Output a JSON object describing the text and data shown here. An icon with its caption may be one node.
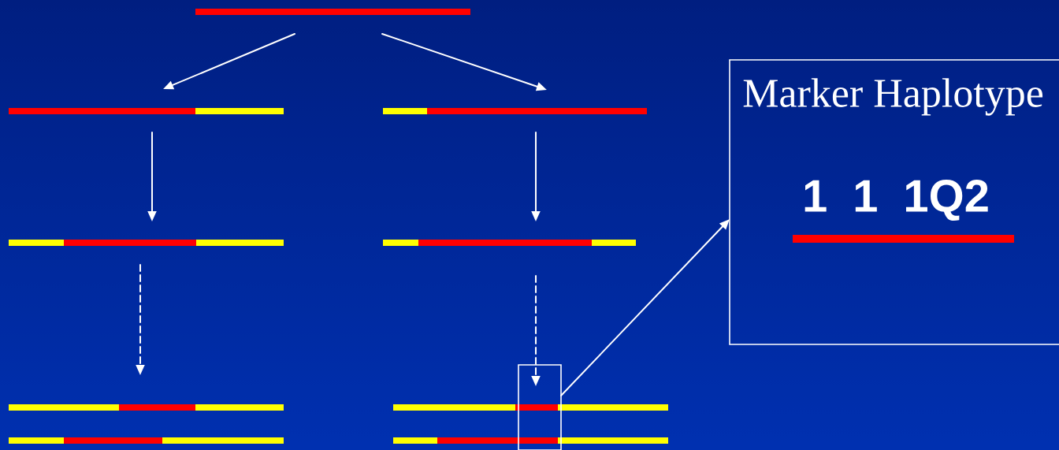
{
  "diagram": {
    "nodes": [
      {
        "text": [],
        "shape": "bar"
      },
      {
        "text": [],
        "shape": "bar"
      },
      {
        "text": [],
        "shape": "bar"
      },
      {
        "text": [],
        "shape": "bar"
      },
      {
        "text": [],
        "shape": "bar"
      },
      {
        "text": [],
        "shape": "bar"
      },
      {
        "text": [],
        "shape": "bar"
      },
      {
        "text": [],
        "shape": "bar"
      },
      {
        "text": [],
        "shape": "bar"
      },
      {
        "text": [],
        "shape": "box"
      },
      {
        "text": [
          "Marker Haplotype",
          "1 1 1Q2"
        ]
      }
    ],
    "edges": [
      {
        "from": 0,
        "to": 1,
        "arrow": "to"
      },
      {
        "from": 0,
        "to": 2,
        "arrow": "to"
      },
      {
        "from": 1,
        "to": 3,
        "arrow": "to"
      },
      {
        "from": 2,
        "to": 4,
        "arrow": "to"
      },
      {
        "from": 3,
        "to": 5,
        "arrow": "to",
        "style": "dashed"
      },
      {
        "from": 4,
        "to": 9,
        "arrow": "to",
        "style": "dashed"
      },
      {
        "from": 9,
        "to": 10,
        "arrow": "to"
      }
    ]
  }
}
